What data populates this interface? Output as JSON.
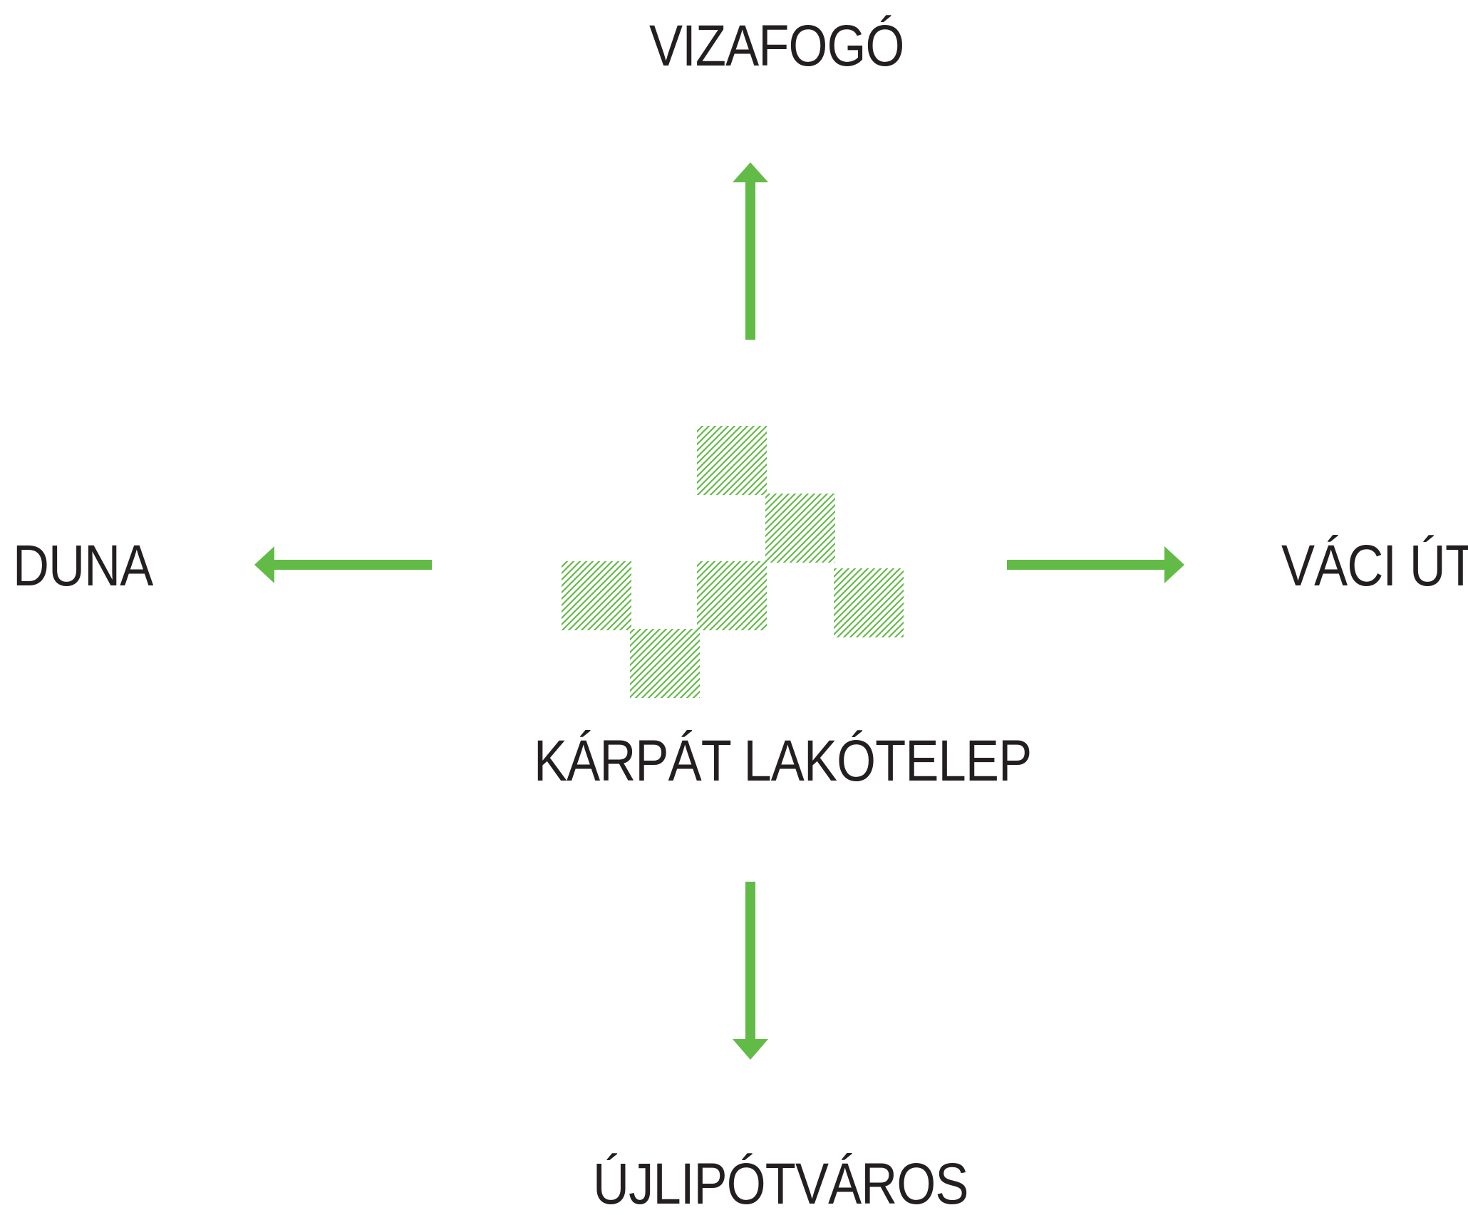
{
  "labels": {
    "north": "VIZAFOGÓ",
    "west": "DUNA",
    "east": "VÁCI ÚT",
    "center": "KÁRPÁT LAKÓTELEP",
    "south": "ÚJLIPÓTVÁROS"
  },
  "colors": {
    "accent": "#62bb46",
    "text": "#231f20",
    "background": "#ffffff"
  },
  "arrows": [
    {
      "direction": "up",
      "target": "north"
    },
    {
      "direction": "left",
      "target": "west"
    },
    {
      "direction": "right",
      "target": "east"
    },
    {
      "direction": "down",
      "target": "south"
    }
  ],
  "building_blocks": {
    "count": 6,
    "fill": "diagonal-hatch"
  }
}
